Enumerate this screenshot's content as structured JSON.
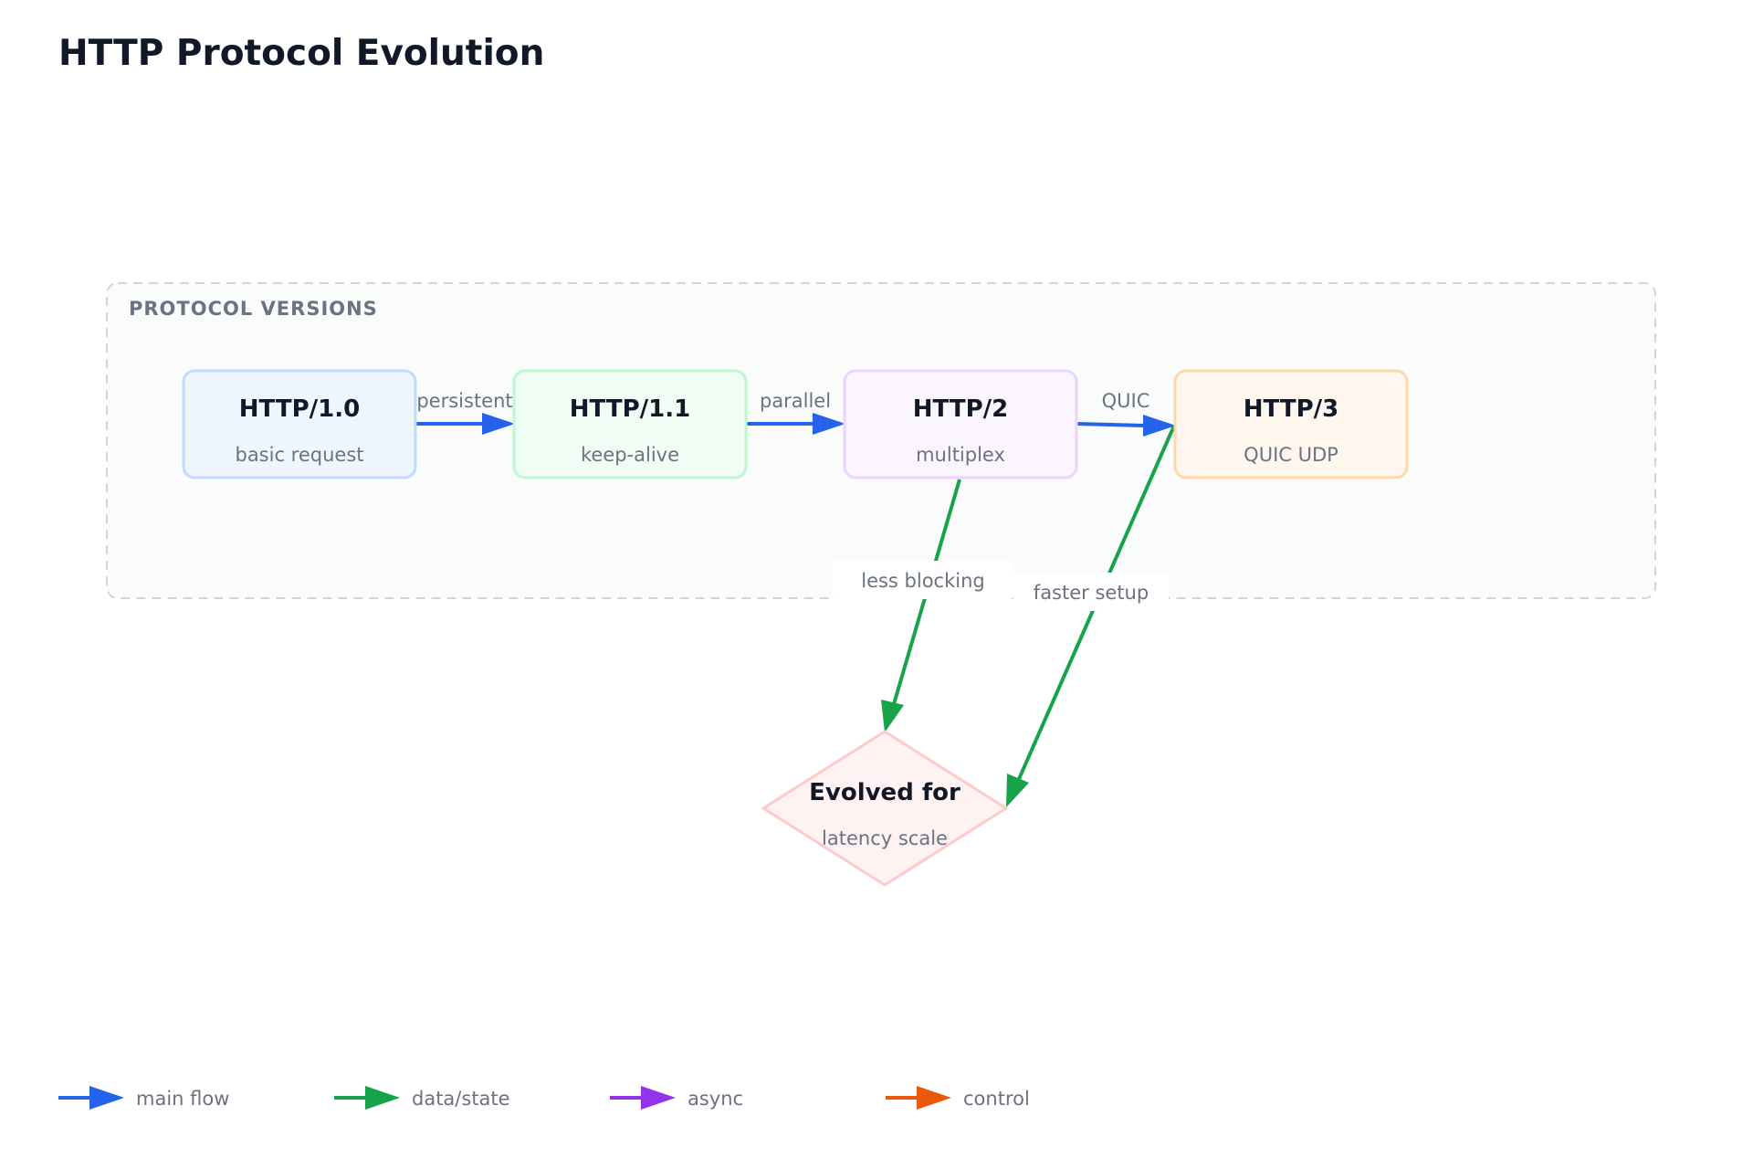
{
  "title": "HTTP Protocol Evolution",
  "group": {
    "label": "PROTOCOL VERSIONS"
  },
  "nodes": [
    {
      "id": "http10",
      "title": "HTTP/1.0",
      "subtitle": "basic request",
      "fill": "#eff6ff",
      "stroke": "#bfdbfe"
    },
    {
      "id": "http11",
      "title": "HTTP/1.1",
      "subtitle": "keep-alive",
      "fill": "#f0fdf4",
      "stroke": "#bbf7d0"
    },
    {
      "id": "http2",
      "title": "HTTP/2",
      "subtitle": "multiplex",
      "fill": "#faf5ff",
      "stroke": "#e9d5ff"
    },
    {
      "id": "http3",
      "title": "HTTP/3",
      "subtitle": "QUIC UDP",
      "fill": "#fff7ed",
      "stroke": "#fed7aa"
    }
  ],
  "decision": {
    "title": "Evolved for",
    "subtitle": "latency scale",
    "fill": "#fef2f2",
    "stroke": "#fecaca"
  },
  "edges": [
    {
      "from": "http10",
      "to": "http11",
      "label": "persistent",
      "kind": "main"
    },
    {
      "from": "http11",
      "to": "http2",
      "label": "parallel",
      "kind": "main"
    },
    {
      "from": "http2",
      "to": "http3",
      "label": "QUIC",
      "kind": "main"
    },
    {
      "from": "http2",
      "to": "decision",
      "label": "less blocking",
      "kind": "data"
    },
    {
      "from": "http3",
      "to": "decision",
      "label": "faster setup",
      "kind": "data"
    }
  ],
  "legend": [
    {
      "label": "main flow",
      "color": "#2563eb"
    },
    {
      "label": "data/state",
      "color": "#16a34a"
    },
    {
      "label": "async",
      "color": "#9333ea"
    },
    {
      "label": "control",
      "color": "#ea580c"
    }
  ],
  "colors": {
    "main": "#2563eb",
    "data": "#16a34a",
    "group_fill": "#fafcfb",
    "group_stroke": "#d1d5db"
  }
}
